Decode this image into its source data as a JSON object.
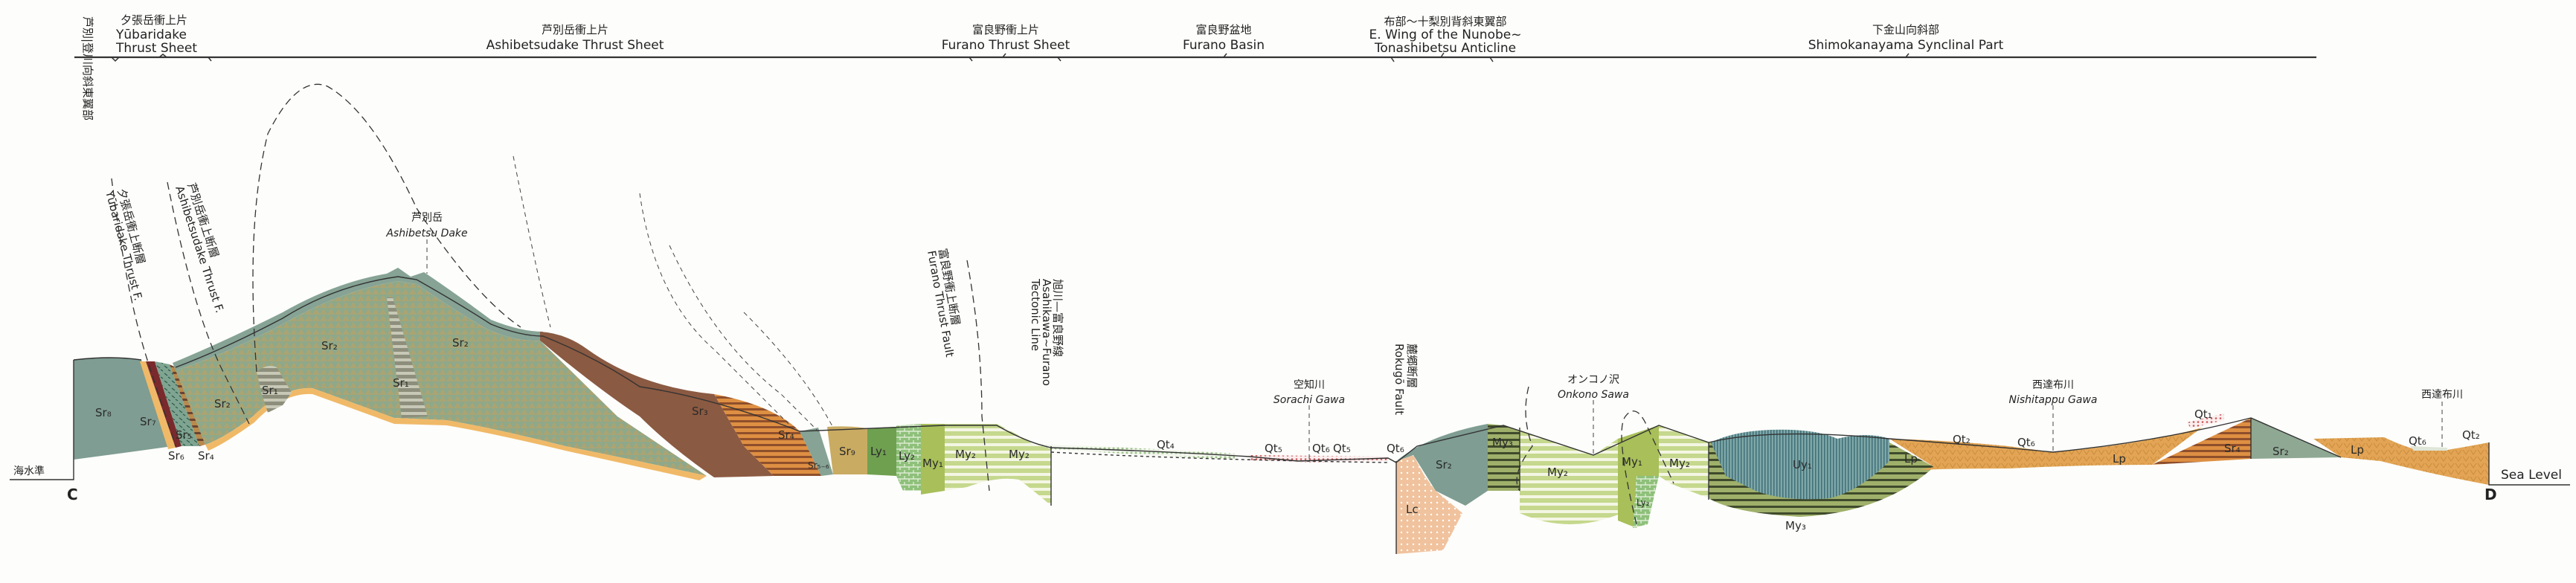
{
  "header": {
    "left_vertical_label": "芦別|登川向斜東翼部",
    "sections": [
      {
        "jp": "夕張岳衝上片",
        "en_line1": "Yūbaridake",
        "en_line2": "Thrust Sheet"
      },
      {
        "jp": "芦別岳衝上片",
        "en": "Ashibetsudake Thrust Sheet"
      },
      {
        "jp": "富良野衝上片",
        "en": "Furano Thrust Sheet"
      },
      {
        "jp": "富良野盆地",
        "en": "Furano Basin"
      },
      {
        "jp": "布部〜十梨別背斜東翼部",
        "en_line1": "E. Wing of the Nunobe~",
        "en_line2": "Tonashibetsu Anticline"
      },
      {
        "jp": "下金山向斜部",
        "en": "Shimokanayama Synclinal Part"
      }
    ]
  },
  "faults": [
    {
      "jp": "夕張岳衝上断層",
      "en": "Yūbaridake Thrust F."
    },
    {
      "jp": "芦別岳衝上断層",
      "en": "Ashibetsudake Thrust F."
    },
    {
      "jp": "富良野衝上断層",
      "en": "Furano Thrust Fault"
    },
    {
      "jp": "旭川—富良野線",
      "en": "Asahikawa~Furano",
      "en2": "Tectonic Line"
    },
    {
      "jp": "麓郷断層",
      "en": "Rokugō Fault"
    }
  ],
  "places": [
    {
      "jp": "芦別岳",
      "en": "Ashibetsu Dake"
    },
    {
      "jp": "空知川",
      "en": "Sorachi Gawa"
    },
    {
      "jp": "オンコノ沢",
      "en": "Onkono Sawa"
    },
    {
      "jp": "西達布川",
      "en": "Nishitappu Gawa"
    },
    {
      "jp": "西達布川"
    }
  ],
  "reference": {
    "sea_level_jp": "海水準",
    "sea_level_en": "Sea Level",
    "start_point": "C",
    "end_point": "D"
  },
  "units": [
    "Sr₈",
    "Sr₇",
    "Sr₆",
    "Sr₅",
    "Sr₄",
    "Sr₂",
    "Sr₁",
    "Sr₁",
    "Sr₂",
    "Sr₂",
    "Sr₃",
    "Sr₄",
    "Sr₅₋₆",
    "Sr₉",
    "Ly₁",
    "Ly₂",
    "My₁",
    "My₂",
    "My₂",
    "Qt₄",
    "Qt₅",
    "Qt₆",
    "Qt₅",
    "Qt₆",
    "Sr₂",
    "Lc",
    "My₃",
    "My₂",
    "My₁",
    "Ly₂",
    "My₂",
    "Uy₁",
    "My₃",
    "Lp",
    "Qt₂",
    "Qt₆",
    "Lp",
    "Qt₁",
    "Sr₄",
    "Sr₂",
    "Lp",
    "Qt₆",
    "Qt₂"
  ],
  "colors": {
    "Sr8": "#7f9d92",
    "Sr7": "#7a2a2c",
    "Sr5": "#6f9a86",
    "Sr2": "#9aa477",
    "Sr1": "#8a8a78",
    "Sr3": "#8b5a42",
    "Sr4": "#d88c3e",
    "Sr9": "#c9ab62",
    "Ly": "#6fa050",
    "My1": "#a8bf5a",
    "My2": "#c7d98f",
    "My3": "#8aa05a",
    "Uy1": "#6f9aa0",
    "Lp": "#e3a555",
    "Lc": "#f0c39e",
    "Qt": "#b9d6a0",
    "QtRed": "#c88a8a"
  }
}
